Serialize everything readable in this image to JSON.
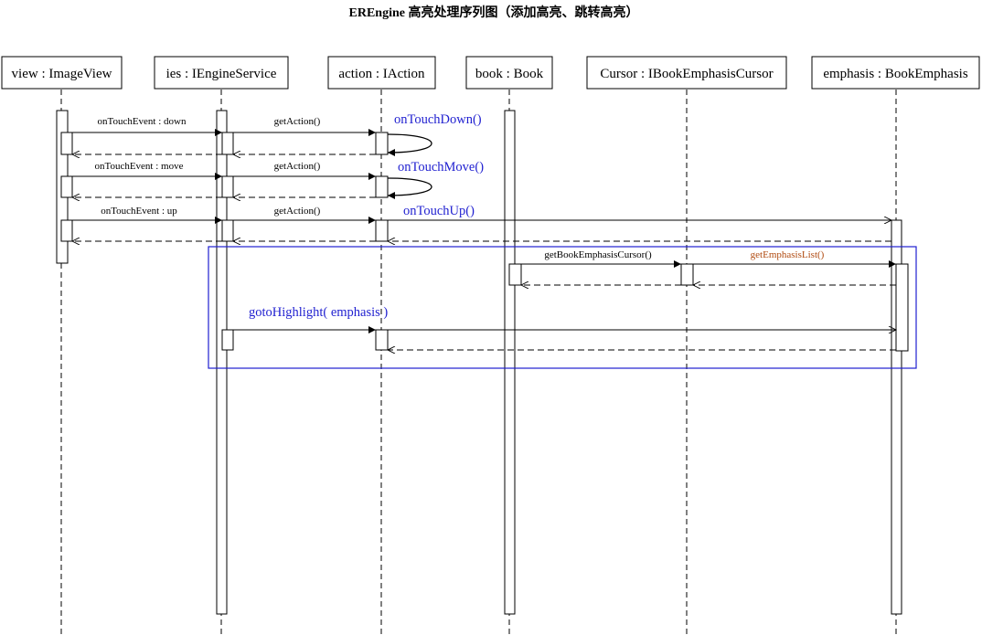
{
  "title": "EREngine 高亮处理序列图（添加高亮、跳转高亮）",
  "participants": [
    {
      "id": "view",
      "label": "view : ImageView"
    },
    {
      "id": "ies",
      "label": "ies : IEngineService"
    },
    {
      "id": "action",
      "label": "action : IAction"
    },
    {
      "id": "book",
      "label": "book : Book"
    },
    {
      "id": "cursor",
      "label": "Cursor : IBookEmphasisCursor"
    },
    {
      "id": "emphasis",
      "label": "emphasis : BookEmphasis"
    }
  ],
  "messages": {
    "touch_down": "onTouchEvent : down",
    "touch_move": "onTouchEvent : move",
    "touch_up": "onTouchEvent : up",
    "get_action_1": "getAction()",
    "get_action_2": "getAction()",
    "get_action_3": "getAction()",
    "get_cursor": "getBookEmphasisCursor()",
    "get_list": "getEmphasisList()"
  },
  "notes": {
    "on_touch_down": "onTouchDown()",
    "on_touch_move": "onTouchMove()",
    "on_touch_up": "onTouchUp()",
    "goto_highlight": "gotoHighlight( emphasis )"
  },
  "colors": {
    "line": "#000000",
    "note_text": "#1f1fd0",
    "frame": "#1f1fd0",
    "get_list_text": "#b04a10"
  }
}
